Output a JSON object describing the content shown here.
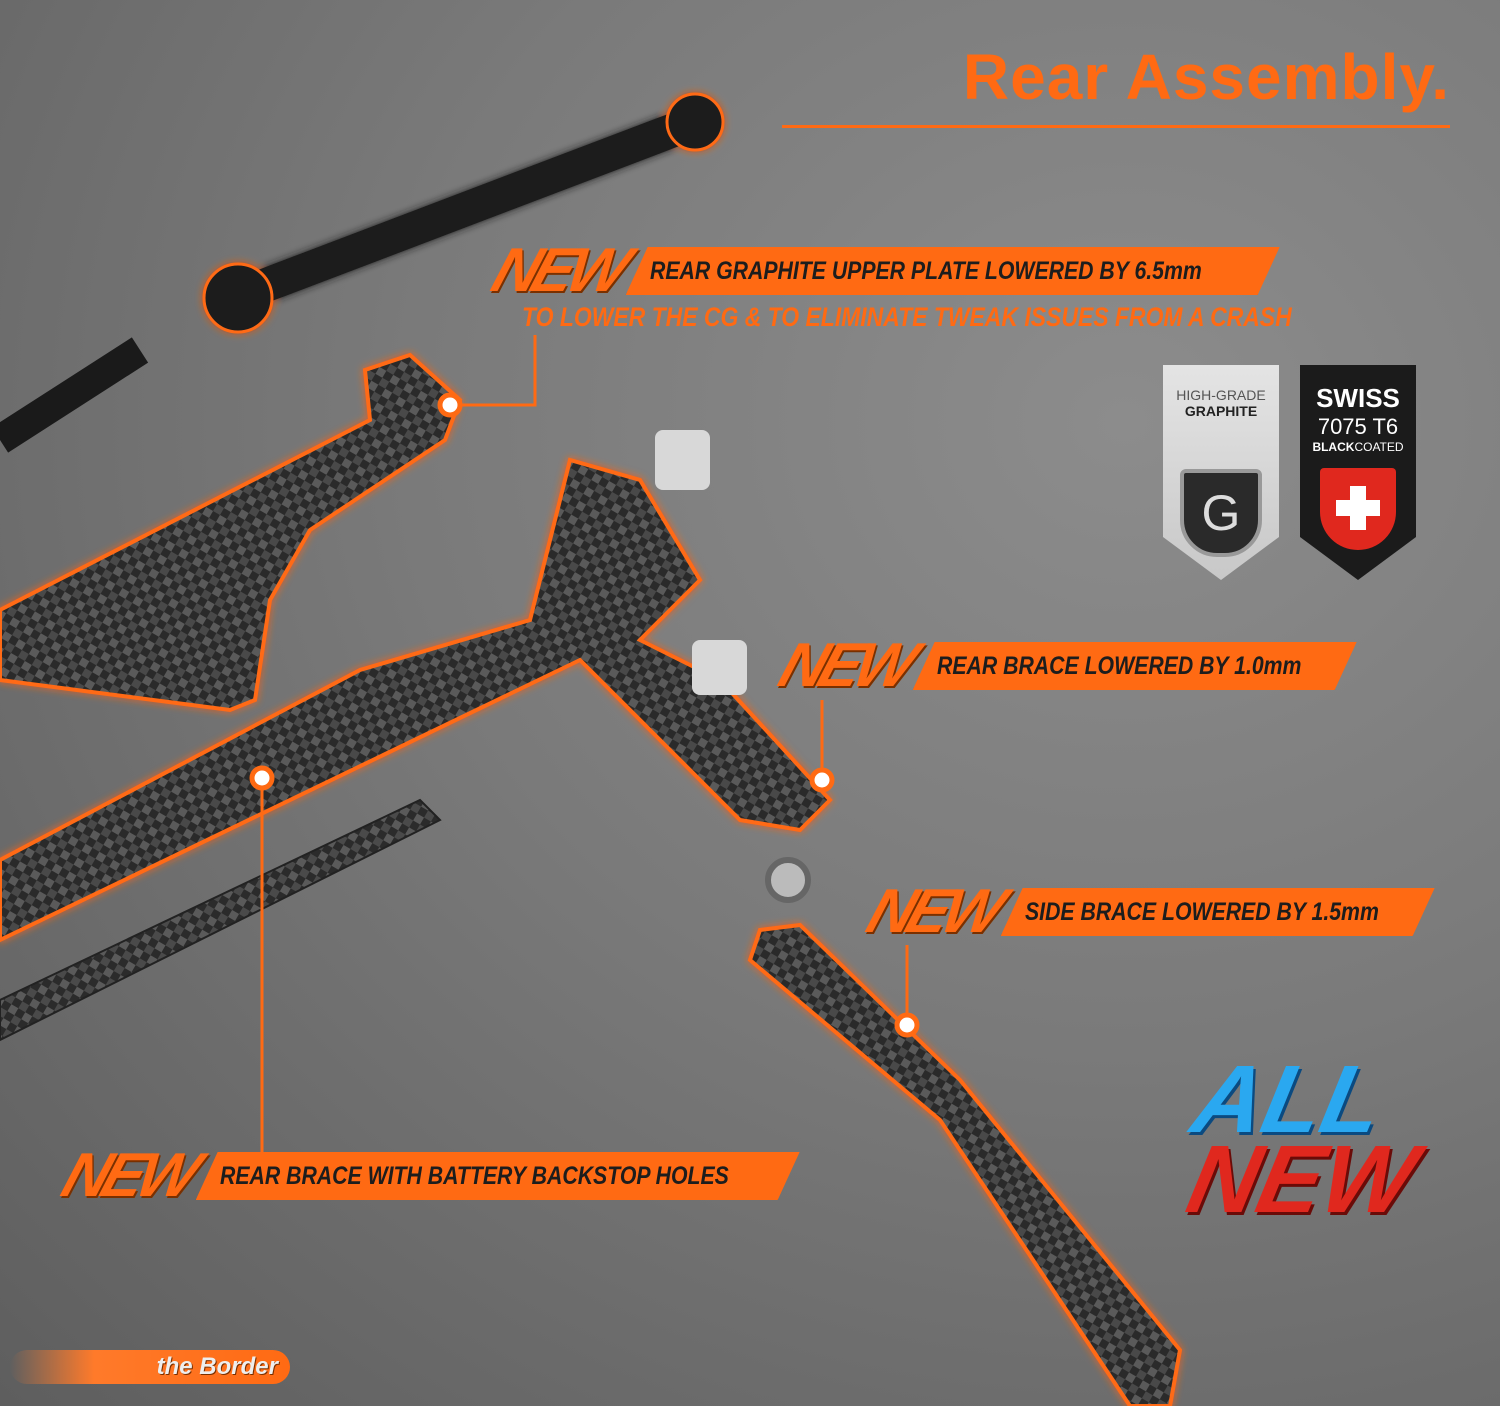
{
  "title": "Rear Assembly.",
  "callouts": [
    {
      "badge": "NEW",
      "text": "REAR GRAPHITE UPPER PLATE LOWERED BY 6.5mm",
      "subtext": "TO LOWER THE CG & TO ELIMINATE TWEAK ISSUES FROM A CRASH"
    },
    {
      "badge": "NEW",
      "text": "REAR BRACE LOWERED BY 1.0mm"
    },
    {
      "badge": "NEW",
      "text": "SIDE BRACE LOWERED BY 1.5mm"
    },
    {
      "badge": "NEW",
      "text": "REAR BRACE WITH BATTERY BACKSTOP HOLES"
    }
  ],
  "badges": {
    "graphite": {
      "line1": "HIGH-GRADE",
      "line2": "GRAPHITE",
      "icon": "g-shield-icon"
    },
    "swiss": {
      "line1": "SWISS",
      "line2": "7075 T6",
      "line3a": "BLACK",
      "line3b": "COATED",
      "icon": "swiss-cross-shield-icon"
    }
  },
  "all_new": {
    "line1": "ALL",
    "line2": "NEW"
  },
  "logo": {
    "text": "the Border"
  },
  "colors": {
    "accent": "#ff6a13",
    "blue": "#2aa8f0",
    "red": "#e0281e"
  }
}
